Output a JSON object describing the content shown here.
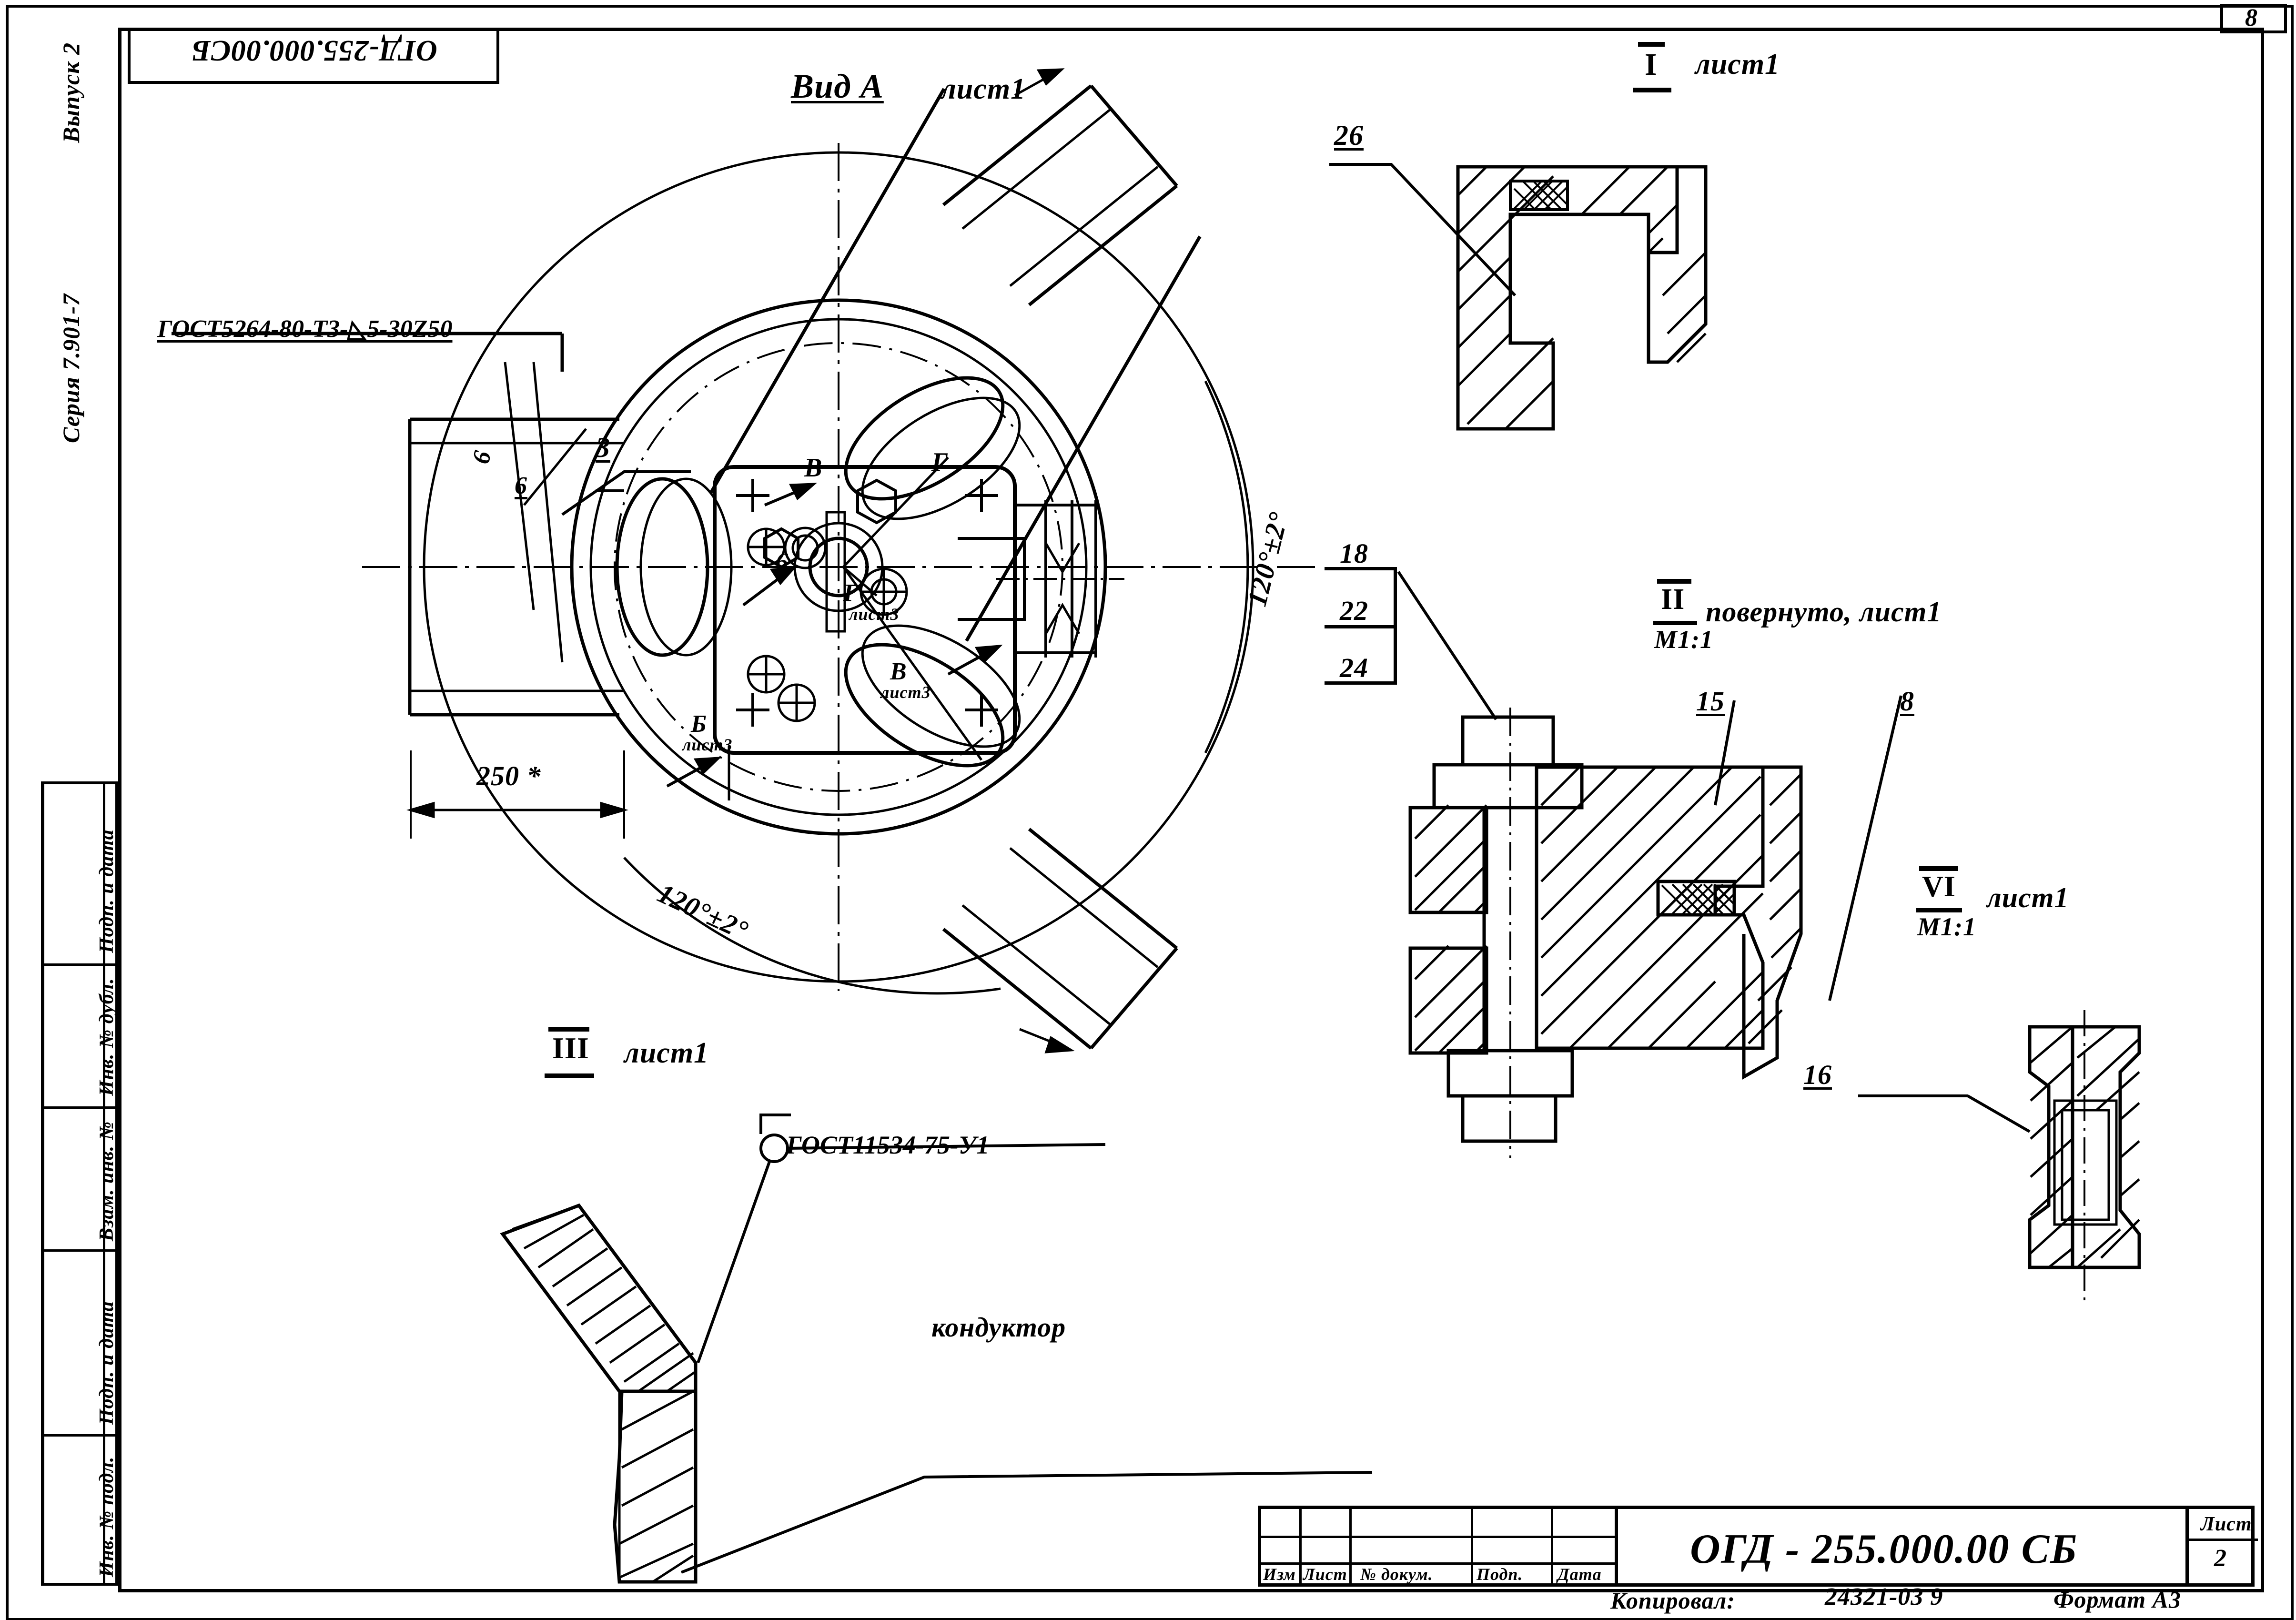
{
  "sheet": {
    "page_number": "8",
    "format": "Формат А3"
  },
  "left_margin": {
    "series": "Серия 7.901-7",
    "issue": "Выпуск 2",
    "designation_rotated": "ОГД-255.000.00СБ",
    "column_labels": [
      "Подп. и дата",
      "Инв. № дубл.",
      "Взам. инв. №",
      "Подп. и дата",
      "Инв. № подл."
    ]
  },
  "views": {
    "main": {
      "title": "Вид А",
      "sheet_ref": "лист1",
      "weld_note": "ГОСТ5264-80-Т3-◺5-30Z50",
      "weld_leg_a": "6",
      "weld_leg_b": "6",
      "balloon_3": "3",
      "dim_250": "250 *",
      "angle_top": "120°±2°",
      "angle_bottom": "120°±2°",
      "detail_B": "В",
      "detail_G": "Г",
      "detail_B_ref_letter": "Б",
      "detail_B_ref_sheet": "лист3",
      "detail_G_ref_letter": "Г",
      "detail_G_ref_sheet": "лист3",
      "detail_V_ref_letter": "В",
      "detail_V_ref_sheet": "лист3",
      "dim_6_center": "6"
    },
    "detail_I": {
      "label": "I",
      "sheet_ref": "лист1",
      "balloon_26": "26"
    },
    "detail_II": {
      "label": "II",
      "scale": "М1:1",
      "note": "повернуто, лист1",
      "balloons_stack": [
        "18",
        "22",
        "24"
      ],
      "balloon_15": "15",
      "balloon_8": "8"
    },
    "detail_III": {
      "label": "III",
      "sheet_ref": "лист1",
      "weld_note": "ГОСТ11534-75-У1",
      "annotation": "кондуктор"
    },
    "detail_VI": {
      "label": "VI",
      "scale": "М1:1",
      "sheet_ref": "лист1",
      "balloon_16": "16"
    }
  },
  "title_block": {
    "revision_headers": [
      "Изм",
      "Лист",
      "№ докум.",
      "Подп.",
      "Дата"
    ],
    "designation": "ОГД - 255.000.00 СБ",
    "sheet_label": "Лист",
    "sheet_value": "2",
    "copied_label": "Копировал:",
    "copy_number": "24321-03   9",
    "format_label": "Формат А3"
  },
  "colors": {
    "ink": "#000000",
    "paper": "#ffffff"
  }
}
